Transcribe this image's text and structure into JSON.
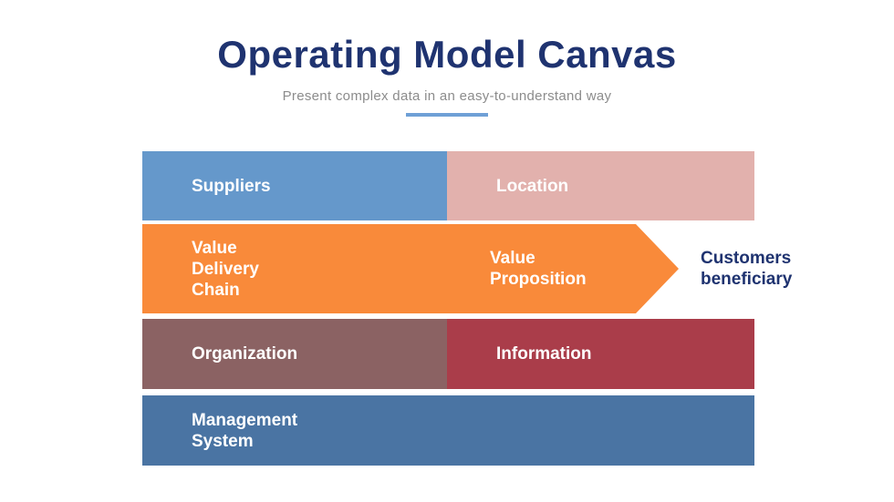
{
  "header": {
    "title": "Operating Model Canvas",
    "subtitle": "Present complex data in an easy-to-understand way"
  },
  "canvas": {
    "suppliers_label": "Suppliers",
    "location_label": "Location",
    "value_delivery_chain_label": "Value\nDelivery\nChain",
    "value_proposition_label": "Value\nProposition",
    "customers_beneficiary_label": "Customers\nbeneficiary",
    "organization_label": "Organization",
    "information_label": "Information",
    "management_system_label": "Management\nSystem"
  },
  "colors": {
    "title_navy": "#1F3370",
    "subtitle_gray": "#8C8C8C",
    "underline_blue": "#6FA0D6",
    "suppliers_blue": "#6598CB",
    "location_pink": "#E2B1AD",
    "value_chain_orange": "#F98A3A",
    "organization_mauve": "#8B6263",
    "information_crimson": "#AA3D4A",
    "management_blue": "#4A74A3",
    "box_label_white": "#FFFFFF",
    "customers_text_navy": "#1F3370"
  }
}
